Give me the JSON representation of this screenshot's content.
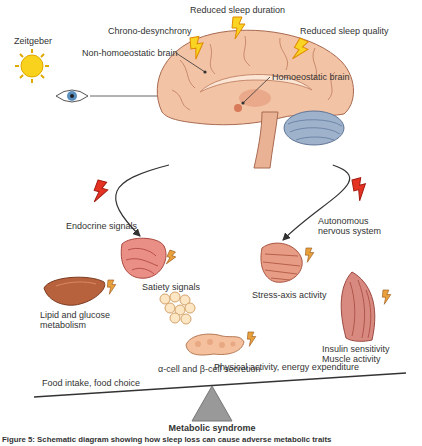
{
  "diagram": {
    "caption": "Figure 5: Schematic diagram showing how sleep loss can cause adverse metabolic traits",
    "nodes": [
      {
        "text": [
          "Non-homoeostatic brain",
          "Homoeostatic brain"
        ]
      },
      {
        "text": [
          "Satiety signals"
        ]
      },
      {
        "text": [
          "Stress-axis activity"
        ]
      },
      {
        "text": [
          "Lipid and glucose metabolism"
        ]
      },
      {
        "text": [
          "Insulin sensitivity Muscle activity"
        ]
      },
      {
        "text": [
          "α-cell and β-cell secretion"
        ]
      }
    ],
    "edges": [
      {
        "from": 0,
        "to": 1,
        "arrow": "to",
        "label": "Endocrine signals"
      },
      {
        "from": 0,
        "to": 2,
        "arrow": "to",
        "label": "Autonomous nervous system"
      }
    ],
    "labels": [
      "Reduced sleep duration",
      "Chrono-desynchrony",
      "Reduced sleep quality",
      "Zeitgeber",
      "Food intake, food choice",
      "Physical activity, energy expenditure",
      "Metabolic syndrome"
    ]
  }
}
